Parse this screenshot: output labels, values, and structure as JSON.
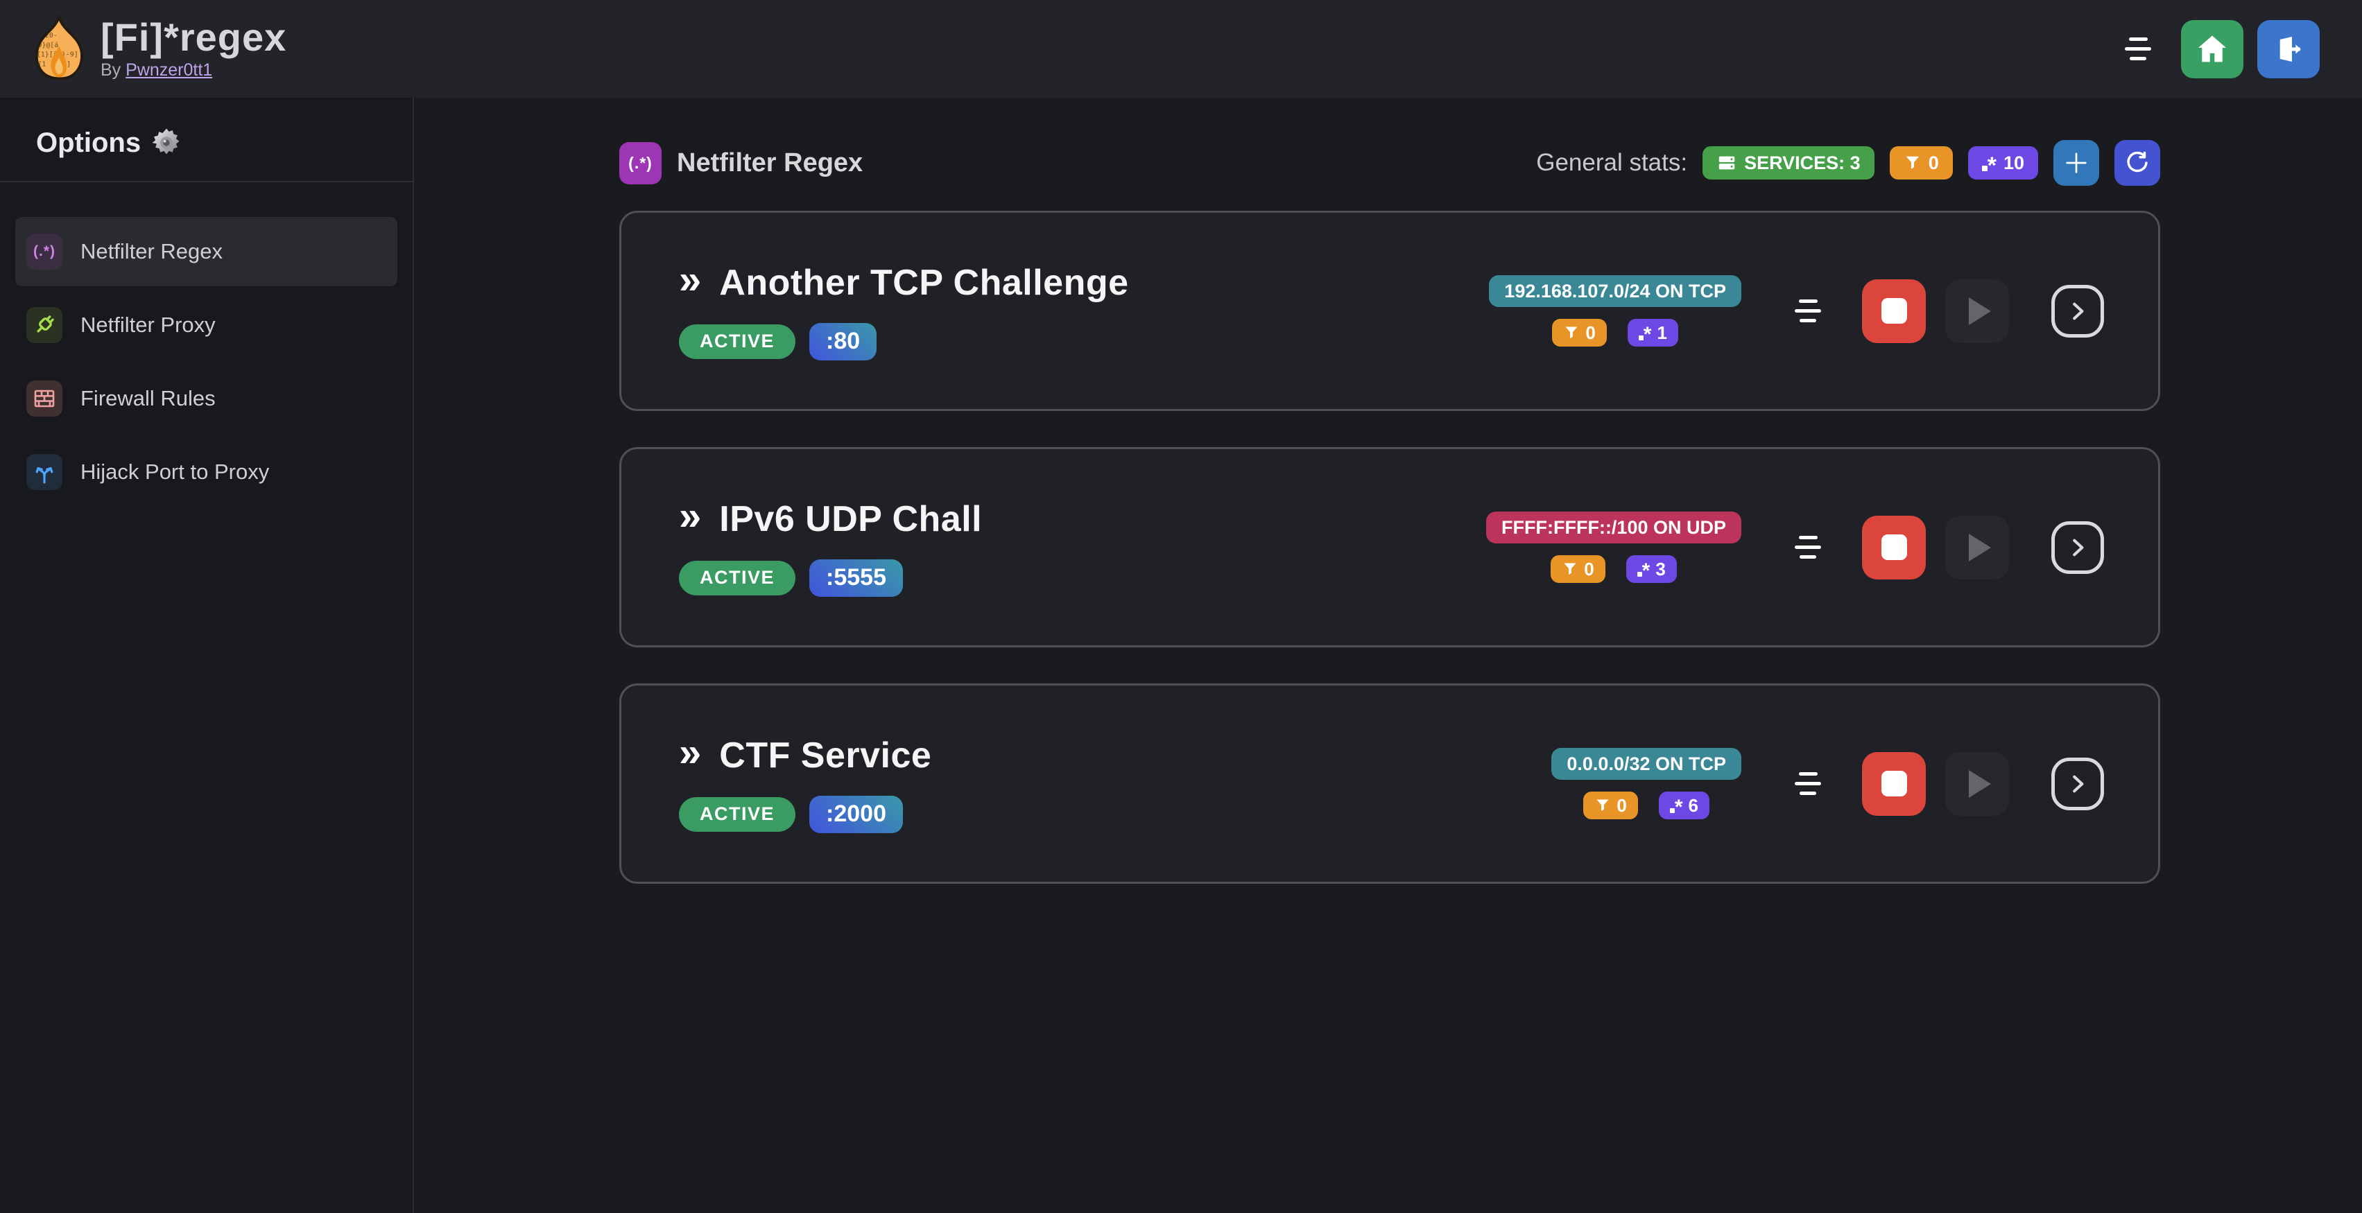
{
  "navbar": {
    "title": "[Fi]*regex",
    "byline_prefix": "By",
    "byline_link": "Pwnzer0tt1"
  },
  "sidebar": {
    "heading": "Options",
    "items": [
      {
        "label": "Netfilter Regex",
        "icon_glyph": "(.*)",
        "active": true
      },
      {
        "label": "Netfilter Proxy",
        "active": false
      },
      {
        "label": "Firewall Rules",
        "active": false
      },
      {
        "label": "Hijack Port to Proxy",
        "active": false
      }
    ]
  },
  "main": {
    "section_icon_glyph": "(.*)",
    "section_title": "Netfilter Regex",
    "stats_label": "General stats:",
    "stats": {
      "services_badge": "SERVICES: 3",
      "filters_count": "0",
      "regexes_count": "10"
    }
  },
  "glyphs": {
    "service_prefix": "»",
    "regex_asterisk": "*"
  },
  "services": [
    {
      "name": "Another TCP Challenge",
      "status": "ACTIVE",
      "port": ":80",
      "network": "192.168.107.0/24 ON TCP",
      "filters_count": "0",
      "regexes_count": "1"
    },
    {
      "name": "IPv6 UDP Chall",
      "status": "ACTIVE",
      "port": ":5555",
      "network": "FFFF:FFFF::/100 ON UDP",
      "filters_count": "0",
      "regexes_count": "3"
    },
    {
      "name": "CTF Service",
      "status": "ACTIVE",
      "port": ":2000",
      "network": "0.0.0.0/32 ON TCP",
      "filters_count": "0",
      "regexes_count": "6"
    }
  ],
  "colors": {
    "navbar_bg": "#22242a",
    "page_bg": "#1a1b1e",
    "card_bg": "#1f2126",
    "card_border": "#4e5055",
    "green_badge": "#46a04a",
    "orange_badge": "#e89427",
    "violet_badge": "#6e48e4",
    "teal_badge": "#3a8796",
    "rose_badge": "#bc345c",
    "active_pill": "#3a9c63",
    "port_gradient_from": "#4154dd",
    "port_gradient_to": "#3a98a8",
    "stop_red": "#db453c",
    "home_green": "#37a062",
    "logout_blue": "#3b76cc",
    "add_blue": "#3177ba",
    "refresh_indigo": "#4453d1",
    "header_icon_purple": "#9c36b5",
    "link_purple": "#bfa3e8"
  }
}
